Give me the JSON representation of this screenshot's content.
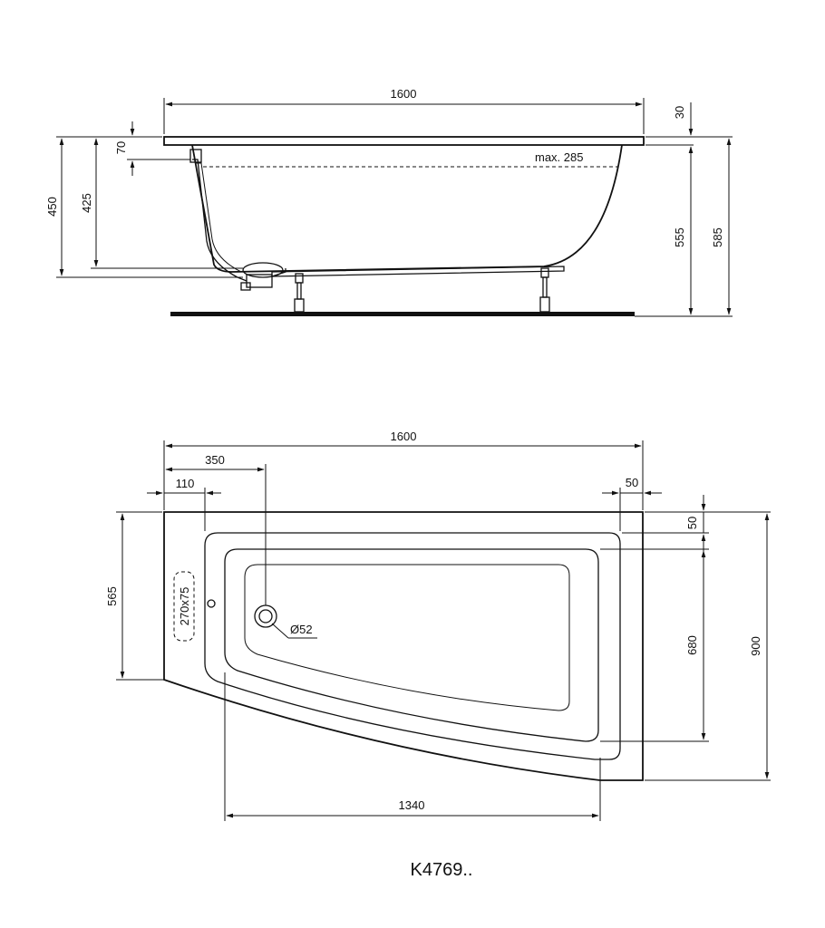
{
  "side_view": {
    "overall_length": "1600",
    "rim_thickness": "30",
    "overflow_depth": "70",
    "overall_height_left": "450",
    "drain_height": "425",
    "water_level": "max. 285",
    "inner_height": "555",
    "total_height": "585"
  },
  "top_view": {
    "overall_length": "1600",
    "drain_offset": "350",
    "overflow_offset": "110",
    "right_rim": "50",
    "top_rim": "50",
    "left_width": "565",
    "access_panel": "270x75",
    "drain_diameter": "Ø52",
    "inner_width": "680",
    "overall_width": "900",
    "bottom_length": "1340"
  },
  "model_code": "K4769.."
}
